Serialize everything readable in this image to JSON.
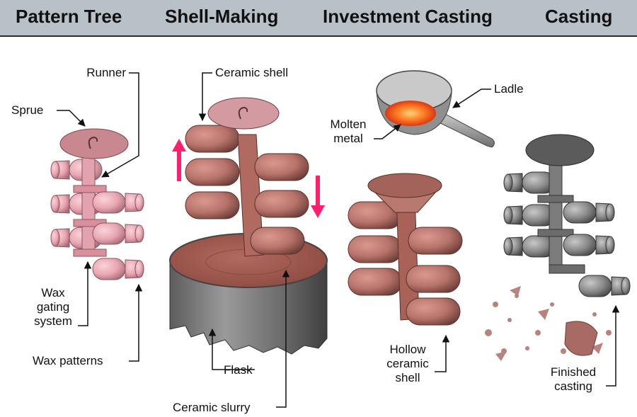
{
  "stages": [
    "Pattern Tree",
    "Shell-Making",
    "Investment Casting",
    "Casting"
  ],
  "labels": {
    "runner": "Runner",
    "sprue": "Sprue",
    "wax_gating": [
      "Wax",
      "gating",
      "system"
    ],
    "wax_patterns": "Wax patterns",
    "ceramic_shell": "Ceramic shell",
    "flask": "Flask",
    "ceramic_slurry": "Ceramic slurry",
    "ladle": "Ladle",
    "molten_metal": [
      "Molten",
      "metal"
    ],
    "hollow_shell": [
      "Hollow",
      "ceramic",
      "shell"
    ],
    "finished_casting": [
      "Finished",
      "casting"
    ]
  },
  "colors": {
    "header_bg": "#b8c0c8",
    "wax": "#e9a7b2",
    "ceramic": "#b8746c",
    "metal": "#8a8a8a",
    "slurry": "#a85d52",
    "arrow": "#ff1f6e",
    "molten": "#ff5a1a"
  }
}
